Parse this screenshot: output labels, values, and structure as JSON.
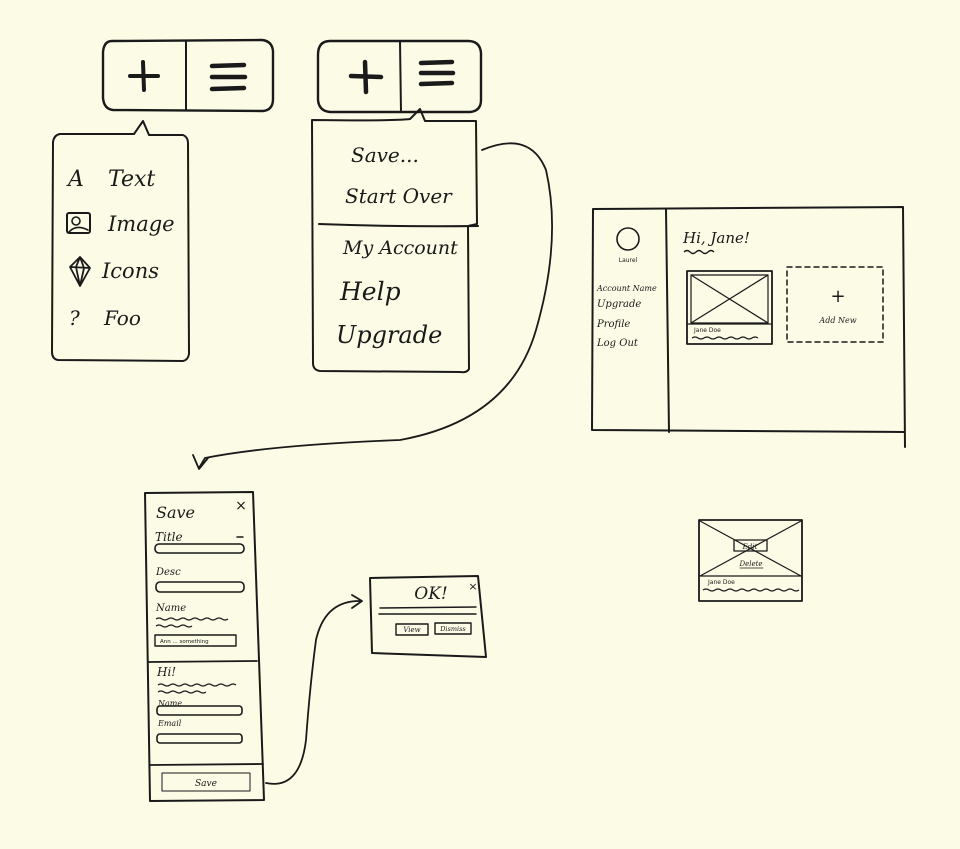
{
  "toolbar": {
    "add_glyph": "+",
    "menu_glyph": "≡"
  },
  "insert_menu": {
    "items": [
      {
        "icon": "A",
        "label": "Text"
      },
      {
        "icon": "image-icon",
        "label": "Image"
      },
      {
        "icon": "gem-icon",
        "label": "Icons"
      },
      {
        "icon": "?",
        "label": "Foo"
      }
    ]
  },
  "main_menu": {
    "group1": [
      "Save...",
      "Start Over"
    ],
    "group2": [
      "My Account",
      "Help",
      "Upgrade"
    ]
  },
  "dashboard": {
    "greeting": "Hi, Jane!",
    "sidebar_items": [
      "Account Name",
      "Upgrade",
      "Profile",
      "Log Out"
    ],
    "avatar_caption": "Laurel",
    "card_caption": "Jane Doe",
    "add_glyph": "+",
    "add_label": "Add New"
  },
  "card_hover": {
    "edit_label": "Edit",
    "delete_label": "Delete",
    "caption": "Jane Doe"
  },
  "save_dialog": {
    "title": "Save",
    "close_glyph": "×",
    "title_label": "Title",
    "desc_label": "Desc",
    "name_label": "Name",
    "name_field_value": "Ann ... something",
    "hi_label": "Hi!",
    "name2_label": "Name",
    "email_label": "Email",
    "save_button": "Save"
  },
  "ok_dialog": {
    "title": "OK!",
    "close_glyph": "×",
    "view_button": "View",
    "dismiss_button": "Dismiss"
  }
}
